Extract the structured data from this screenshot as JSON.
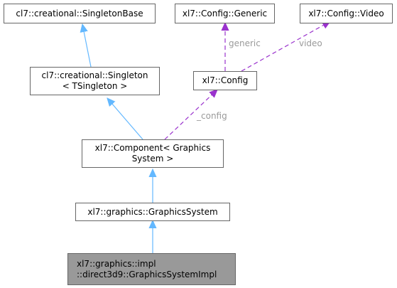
{
  "colors": {
    "inheritance_edge": "#63b8ff",
    "usage_edge": "#9a32cd",
    "node_border": "#666666",
    "highlight_fill": "#999999",
    "label_text": "#9a9a9a"
  },
  "nodes": {
    "singleton_base": {
      "line1": "cl7::creational::SingletonBase"
    },
    "singleton": {
      "line1": "cl7::creational::Singleton",
      "line2": "< TSingleton >"
    },
    "config_generic": {
      "line1": "xl7::Config::Generic"
    },
    "config_video": {
      "line1": "xl7::Config::Video"
    },
    "config": {
      "line1": "xl7::Config"
    },
    "component": {
      "line1": "xl7::Component< Graphics",
      "line2": "System >"
    },
    "graphics_system": {
      "line1": "xl7::graphics::GraphicsSystem"
    },
    "graphics_system_impl": {
      "line1": "xl7::graphics::impl",
      "line2": "::direct3d9::GraphicsSystemImpl"
    }
  },
  "edge_labels": {
    "generic": "generic",
    "video": "video",
    "config": "_config"
  }
}
